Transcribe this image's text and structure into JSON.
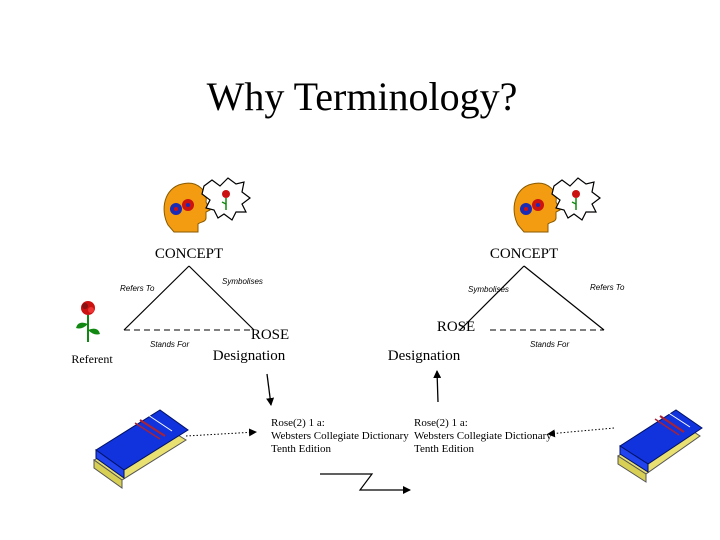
{
  "slide": {
    "title": "Why Terminology?"
  },
  "left_triangle": {
    "concept": "CONCEPT",
    "refers_to": "Refers To",
    "symbolises": "Symbolises",
    "stands_for": "Stands For",
    "term": "ROSE",
    "designation": "Designation",
    "referent": "Referent"
  },
  "right_triangle": {
    "concept": "CONCEPT",
    "refers_to": "Refers To",
    "symbolises": "Symbolises",
    "stands_for": "Stands For",
    "term": "ROSE",
    "designation": "Designation"
  },
  "definitions": {
    "left": [
      "Rose(2) 1 a:",
      "Websters Collegiate Dictionary",
      "Tenth Edition"
    ],
    "right": [
      "Rose(2) 1 a:",
      "Websters Collegiate Dictionary",
      "Tenth Edition"
    ]
  },
  "colors": {
    "face": "#f39c12",
    "book_cover": "#1133dd",
    "book_pages": "#e8e070",
    "book_spine": "#aa2233",
    "rose_red": "#cc1111",
    "stem_green": "#118811"
  },
  "icons": {
    "head": "head-with-thought-icon",
    "thought": "rose-thought-bubble-icon",
    "rose": "rose-icon",
    "book": "dictionary-book-icon"
  }
}
